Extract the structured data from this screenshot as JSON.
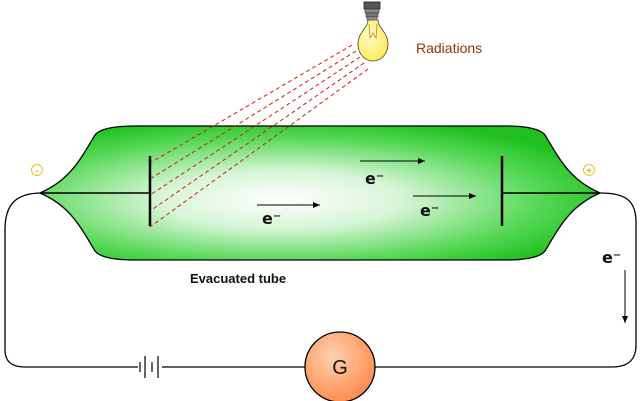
{
  "labels": {
    "radiations": "Radiations",
    "evacuated_tube": "Evacuated tube",
    "galvanometer": "G",
    "negative_terminal": "-",
    "positive_terminal": "+",
    "electron": "e⁻"
  },
  "colors": {
    "tube_green": "#1fbf1f",
    "tube_highlight": "#ffffff",
    "radiation_lines": "#cc2200",
    "radiations_text": "#993300",
    "bulb_yellow": "#ffe84a",
    "galvanometer_fill": "#ff9a60",
    "terminal_yellow": "#f0c020",
    "wire": "#000000"
  },
  "icons": {
    "light_source": "light-bulb-icon",
    "battery": "battery-icon",
    "meter": "galvanometer-icon"
  }
}
